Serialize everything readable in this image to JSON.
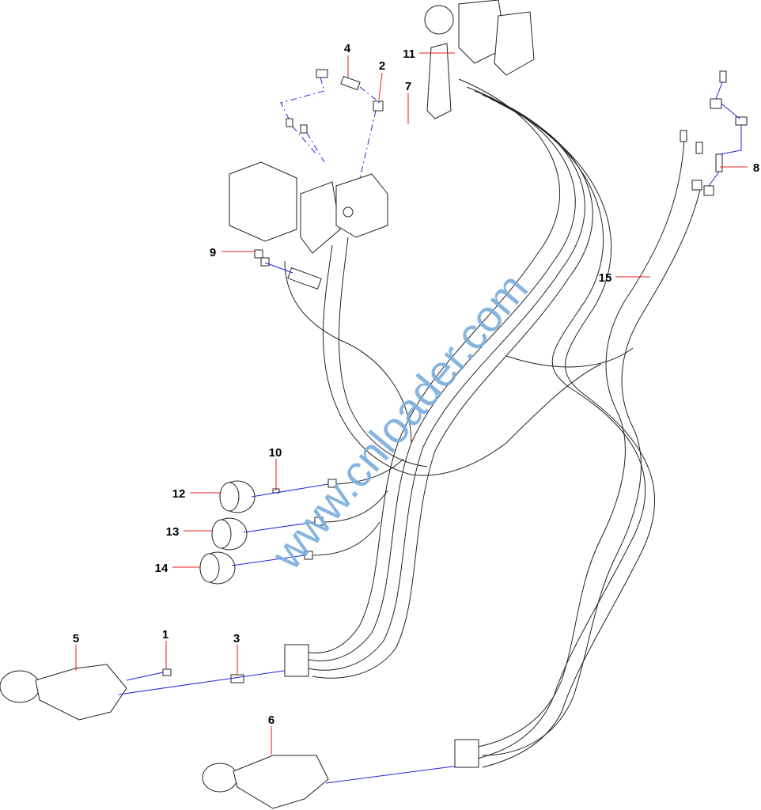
{
  "watermark": "www.cnloader.com",
  "callouts": {
    "c1": "1",
    "c2": "2",
    "c3": "3",
    "c4": "4",
    "c5": "5",
    "c6": "6",
    "c7": "7",
    "c8": "8",
    "c9": "9",
    "c10": "10",
    "c11": "11",
    "c12": "12",
    "c13": "13",
    "c14": "14",
    "c15": "15"
  }
}
